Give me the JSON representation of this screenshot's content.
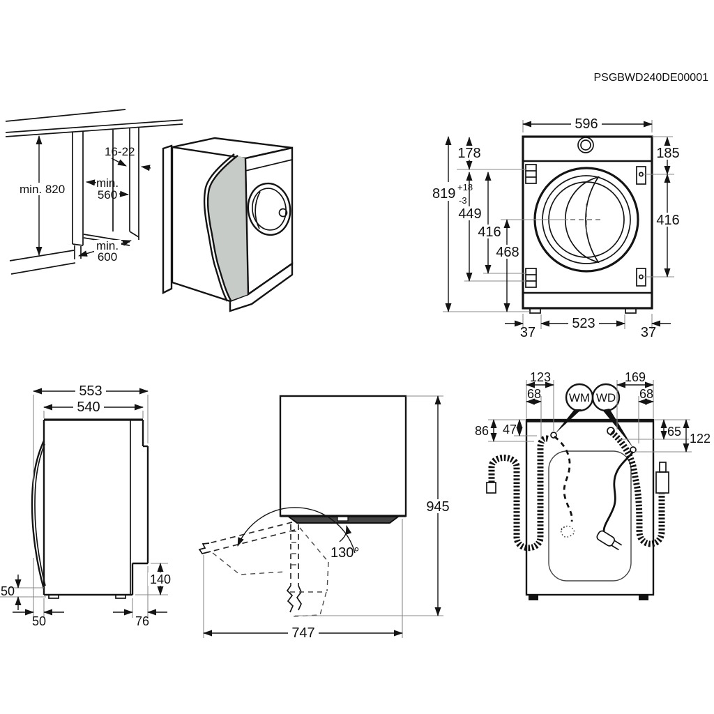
{
  "title": "PSGBWD240DE00001",
  "diagrams": {
    "niche": {
      "height": "min. 820",
      "panel": "16-22",
      "depth_min": "min.",
      "depth_val": "560",
      "width_min": "min.",
      "width_val": "600"
    },
    "front": {
      "width": "596",
      "top_hinge": "178",
      "top_latch": "185",
      "height": "819",
      "tol_plus": "+18",
      "tol_minus": "-3",
      "hinge_a": "449",
      "hinge_b": "416",
      "door_bottom": "468",
      "latch_span": "416",
      "feet": "523",
      "foot_l": "37",
      "foot_r": "37"
    },
    "side": {
      "depth_total": "553",
      "depth_body": "540",
      "gap_v": "50",
      "door_depth": "50",
      "recess_d": "76",
      "recess_h": "140"
    },
    "door": {
      "height": "945",
      "angle": "130°",
      "reach": "747"
    },
    "rear": {
      "wm_x": "123",
      "drain_x": "68",
      "wd_x": "169",
      "inlet_x": "68",
      "drain_y": "86",
      "hook_y": "47",
      "inlet_y": "65",
      "cord_y": "122",
      "wm": "WM",
      "wd": "WD"
    }
  }
}
